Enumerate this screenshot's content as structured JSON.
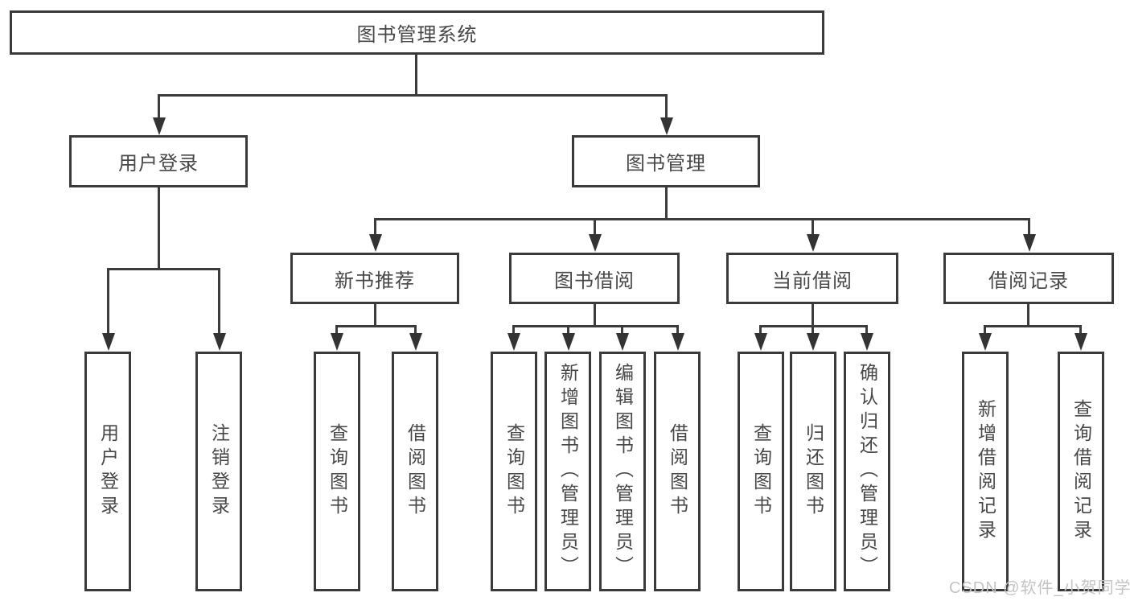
{
  "colors": {
    "line": "#3b3b3b",
    "border": "#3a3a3a",
    "text": "#474747",
    "watermark": "#c3c3c6",
    "background": "#ffffff"
  },
  "watermark": "CSDN @软件_小贺同学",
  "tree": {
    "label": "图书管理系统",
    "children": [
      {
        "label": "用户登录",
        "children": [
          {
            "label": "用户登录"
          },
          {
            "label": "注销登录"
          }
        ]
      },
      {
        "label": "图书管理",
        "children": [
          {
            "label": "新书推荐",
            "children": [
              {
                "label": "查询图书"
              },
              {
                "label": "借阅图书"
              }
            ]
          },
          {
            "label": "图书借阅",
            "children": [
              {
                "label": "查询图书"
              },
              {
                "label": "新增图书（管理员）"
              },
              {
                "label": "编辑图书（管理员）"
              },
              {
                "label": "借阅图书"
              }
            ]
          },
          {
            "label": "当前借阅",
            "children": [
              {
                "label": "查询图书"
              },
              {
                "label": "归还图书"
              },
              {
                "label": "确认归还（管理员）"
              }
            ]
          },
          {
            "label": "借阅记录",
            "children": [
              {
                "label": "新增借阅记录"
              },
              {
                "label": "查询借阅记录"
              }
            ]
          }
        ]
      }
    ]
  }
}
